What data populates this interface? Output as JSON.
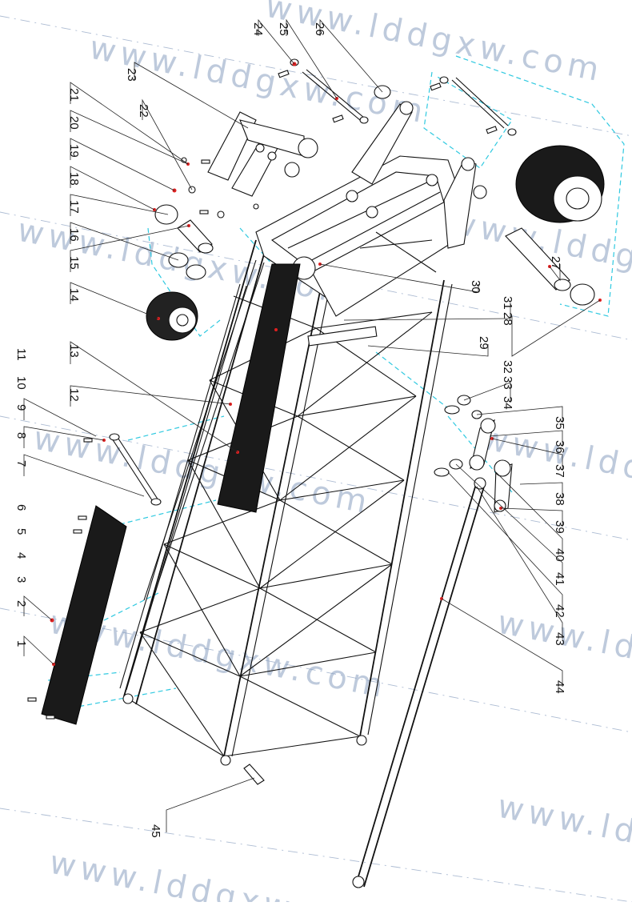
{
  "diagram": {
    "watermark_text": "www.lddgxw.com",
    "part_numbers": [
      "1",
      "2",
      "3",
      "4",
      "5",
      "6",
      "7",
      "8",
      "9",
      "10",
      "11",
      "12",
      "13",
      "14",
      "15",
      "16",
      "17",
      "18",
      "19",
      "20",
      "21",
      "22",
      "23",
      "24",
      "25",
      "26",
      "27",
      "28",
      "29",
      "30",
      "31",
      "32",
      "33",
      "34",
      "35",
      "36",
      "37",
      "38",
      "39",
      "40",
      "41",
      "42",
      "43",
      "44",
      "45"
    ],
    "colors": {
      "line": "#111111",
      "guide_dash": "#2fc9e0",
      "watermark": "#8aa0c0",
      "marker": "#e02020",
      "mesh": "#1a1a1a"
    }
  }
}
